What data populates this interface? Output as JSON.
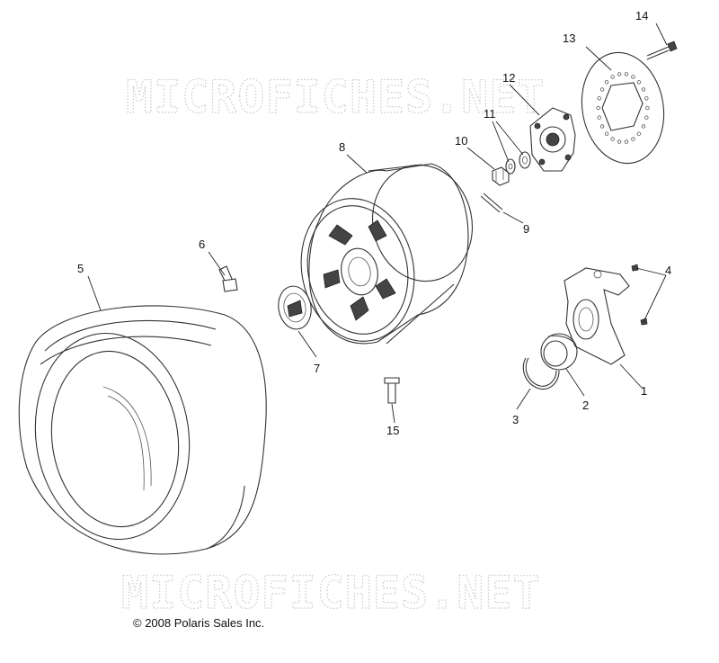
{
  "watermark": {
    "text": "MICROFICHES.NET"
  },
  "copyright": "© 2008 Polaris Sales Inc.",
  "callouts": {
    "c1": "1",
    "c2": "2",
    "c3": "3",
    "c4": "4",
    "c5": "5",
    "c6": "6",
    "c7": "7",
    "c8": "8",
    "c9": "9",
    "c10": "10",
    "c11": "11",
    "c12": "12",
    "c13": "13",
    "c14": "14",
    "c15": "15"
  }
}
